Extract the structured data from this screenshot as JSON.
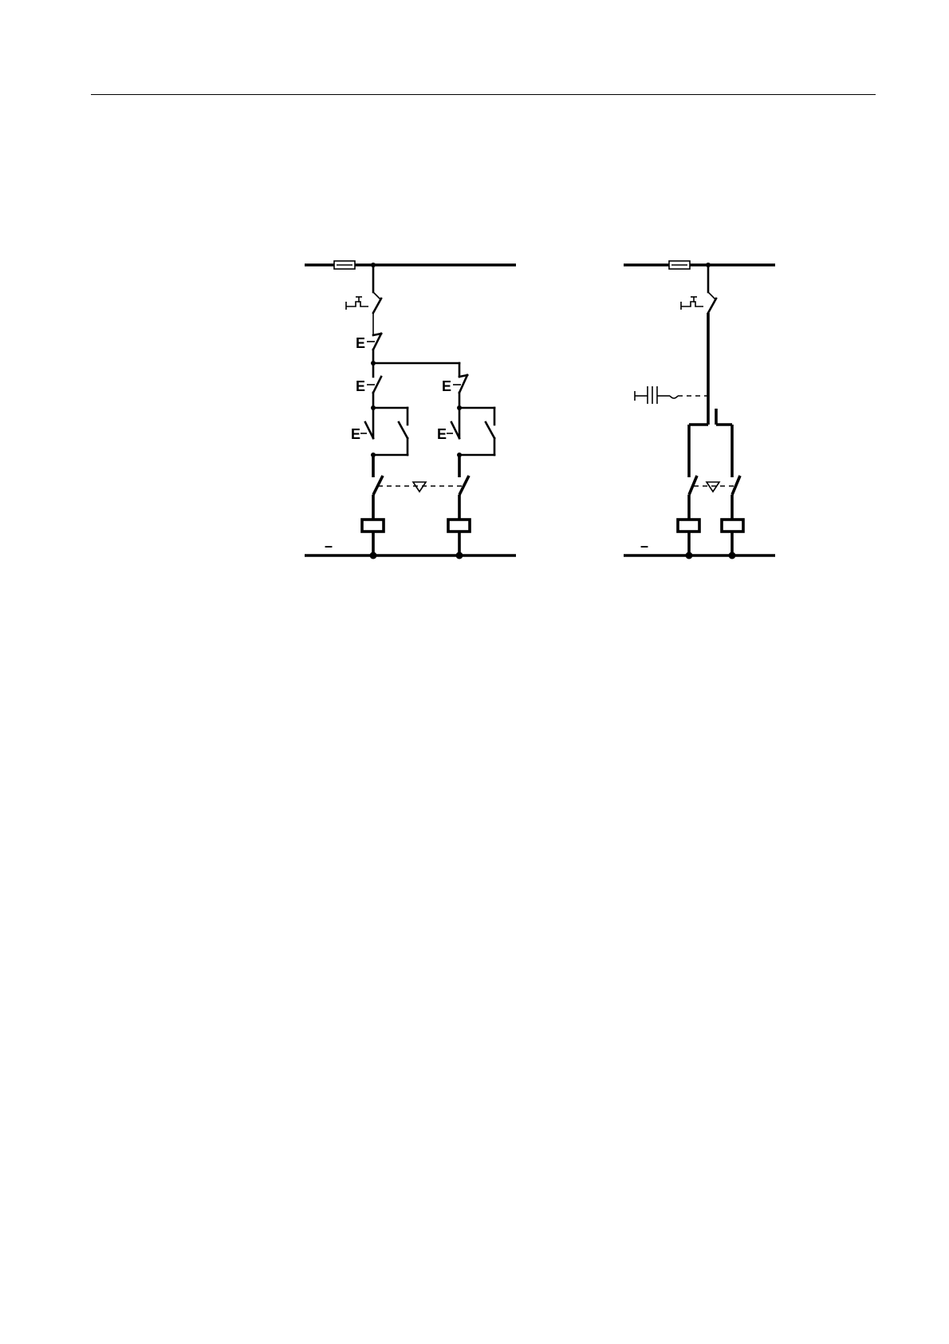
{
  "diagram": {
    "left": {
      "negative_label": "–",
      "switch_marks": [
        "E",
        "E",
        "E",
        "E",
        "E"
      ]
    },
    "right": {
      "negative_label": "–"
    }
  }
}
